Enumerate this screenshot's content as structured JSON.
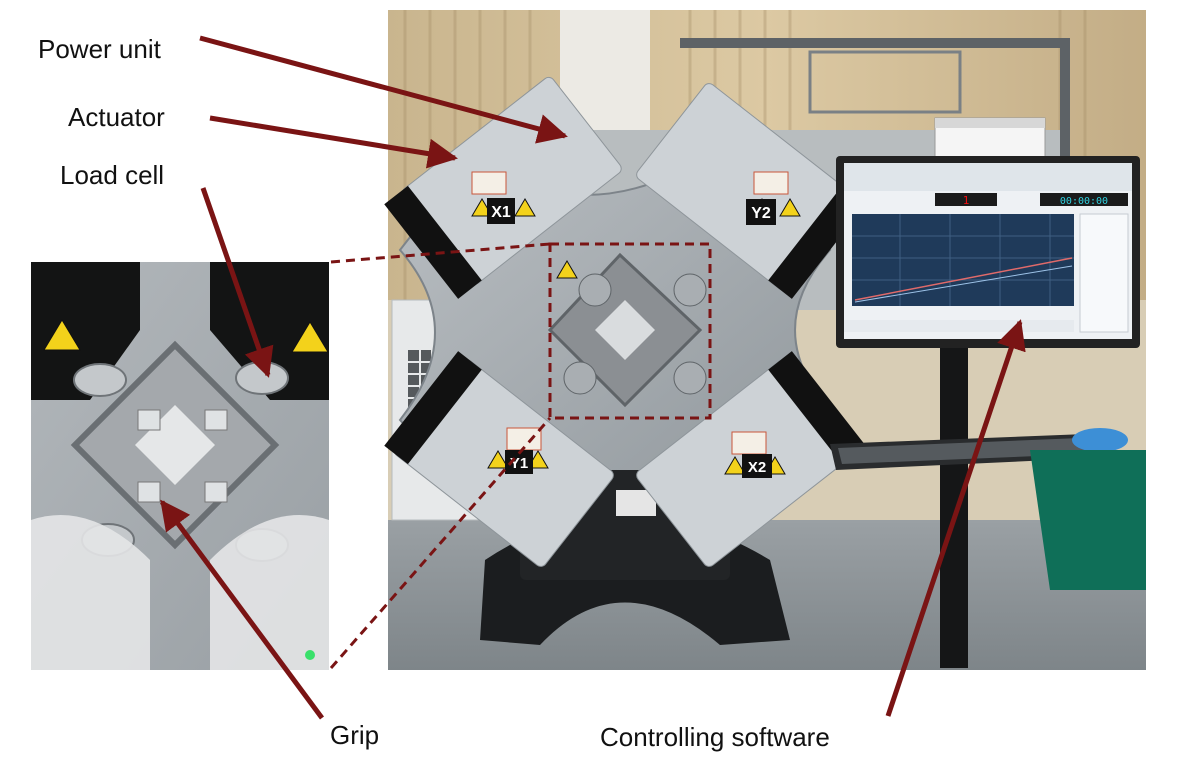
{
  "labels": {
    "power_unit": "Power unit",
    "actuator": "Actuator",
    "load_cell": "Load cell",
    "grip": "Grip",
    "controlling_software": "Controlling software"
  },
  "actuator_tags": {
    "x1_top": "X1",
    "y2": "Y2",
    "y1": "Y1",
    "x2": "X2"
  },
  "screen": {
    "counter": "1",
    "timer": "00:00:00"
  },
  "colors": {
    "arrow": "#7a1414",
    "dashed_box": "#7a1414",
    "frame": "#9da3a8",
    "actuator_black": "#111111",
    "screen_blue": "#1f3a5a",
    "warning_yellow": "#f3d21b"
  }
}
